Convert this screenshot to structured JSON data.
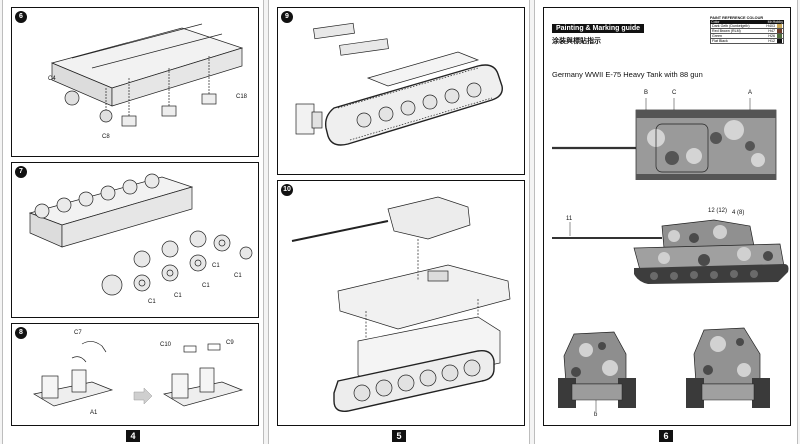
{
  "pages": [
    {
      "number": "4",
      "steps": [
        {
          "badge": "6",
          "callouts": [
            "C4",
            "C18",
            "C8"
          ]
        },
        {
          "badge": "7",
          "callouts": [
            "C1",
            "C1",
            "C1",
            "C1",
            "C1"
          ]
        },
        {
          "badge": "8",
          "callouts": [
            "C7",
            "C10",
            "C9",
            "A1"
          ]
        }
      ]
    },
    {
      "number": "5",
      "steps": [
        {
          "badge": "9"
        },
        {
          "badge": "10"
        }
      ]
    },
    {
      "number": "6",
      "guide_title_en": "Painting & Marking guide",
      "guide_title_cn": "涂装與標貼指示",
      "tank_name": "Germany WWII E-75 Heavy Tank with 88 gun",
      "reference": {
        "title": "PAINT REFERENCE COLOUR",
        "header": [
          "Color",
          "Mr.Hobby"
        ],
        "rows": [
          {
            "name": "Dark Gelb (Dunkelgelb)",
            "code": "H403",
            "color": "#c9a85a"
          },
          {
            "name": "Red Brown (RLM)",
            "code": "H47",
            "color": "#6b3a28"
          },
          {
            "name": "Green",
            "code": "H26",
            "color": "#4f6b3a"
          },
          {
            "name": "Flat Black",
            "code": "H12",
            "color": "#111111"
          }
        ]
      },
      "markers": {
        "top_b": "B",
        "top_c": "C",
        "top_a": "A",
        "side_11": "11",
        "side_12": "12 (12)",
        "side_4": "4 (8)",
        "rear_b": "b"
      }
    }
  ],
  "colors": {
    "ink": "#111111",
    "paper": "#ffffff",
    "camo_light": "#b8b8b8",
    "camo_mid": "#8a8a8a",
    "camo_dark": "#505050"
  }
}
